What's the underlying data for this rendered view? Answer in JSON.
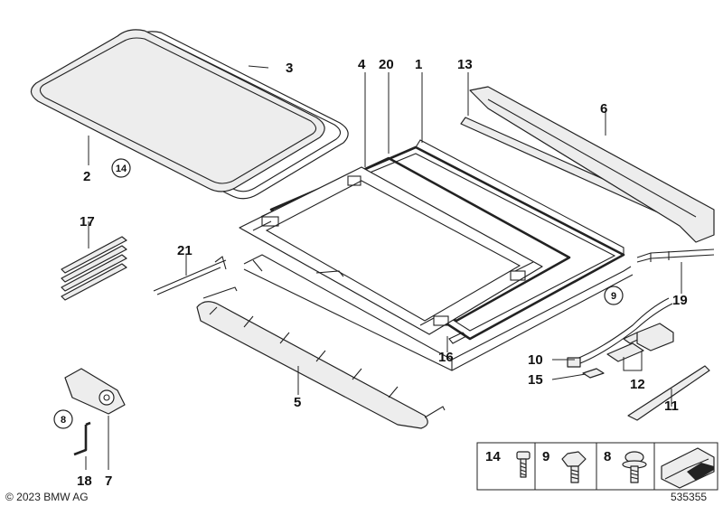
{
  "callouts": {
    "c1": "1",
    "c2": "2",
    "c3": "3",
    "c4": "4",
    "c5": "5",
    "c6": "6",
    "c7": "7",
    "c8": "8",
    "c9": "9",
    "c10": "10",
    "c11": "11",
    "c12": "12",
    "c13": "13",
    "c14": "14",
    "c15": "15",
    "c16": "16",
    "c17": "17",
    "c18": "18",
    "c19": "19",
    "c20": "20",
    "c21": "21"
  },
  "circled": {
    "c14": "14",
    "c9": "9",
    "c8": "8"
  },
  "legend": {
    "l14": "14",
    "l9": "9",
    "l8": "8"
  },
  "footer": {
    "copyright": "© 2023 BMW AG",
    "ref": "535355"
  }
}
